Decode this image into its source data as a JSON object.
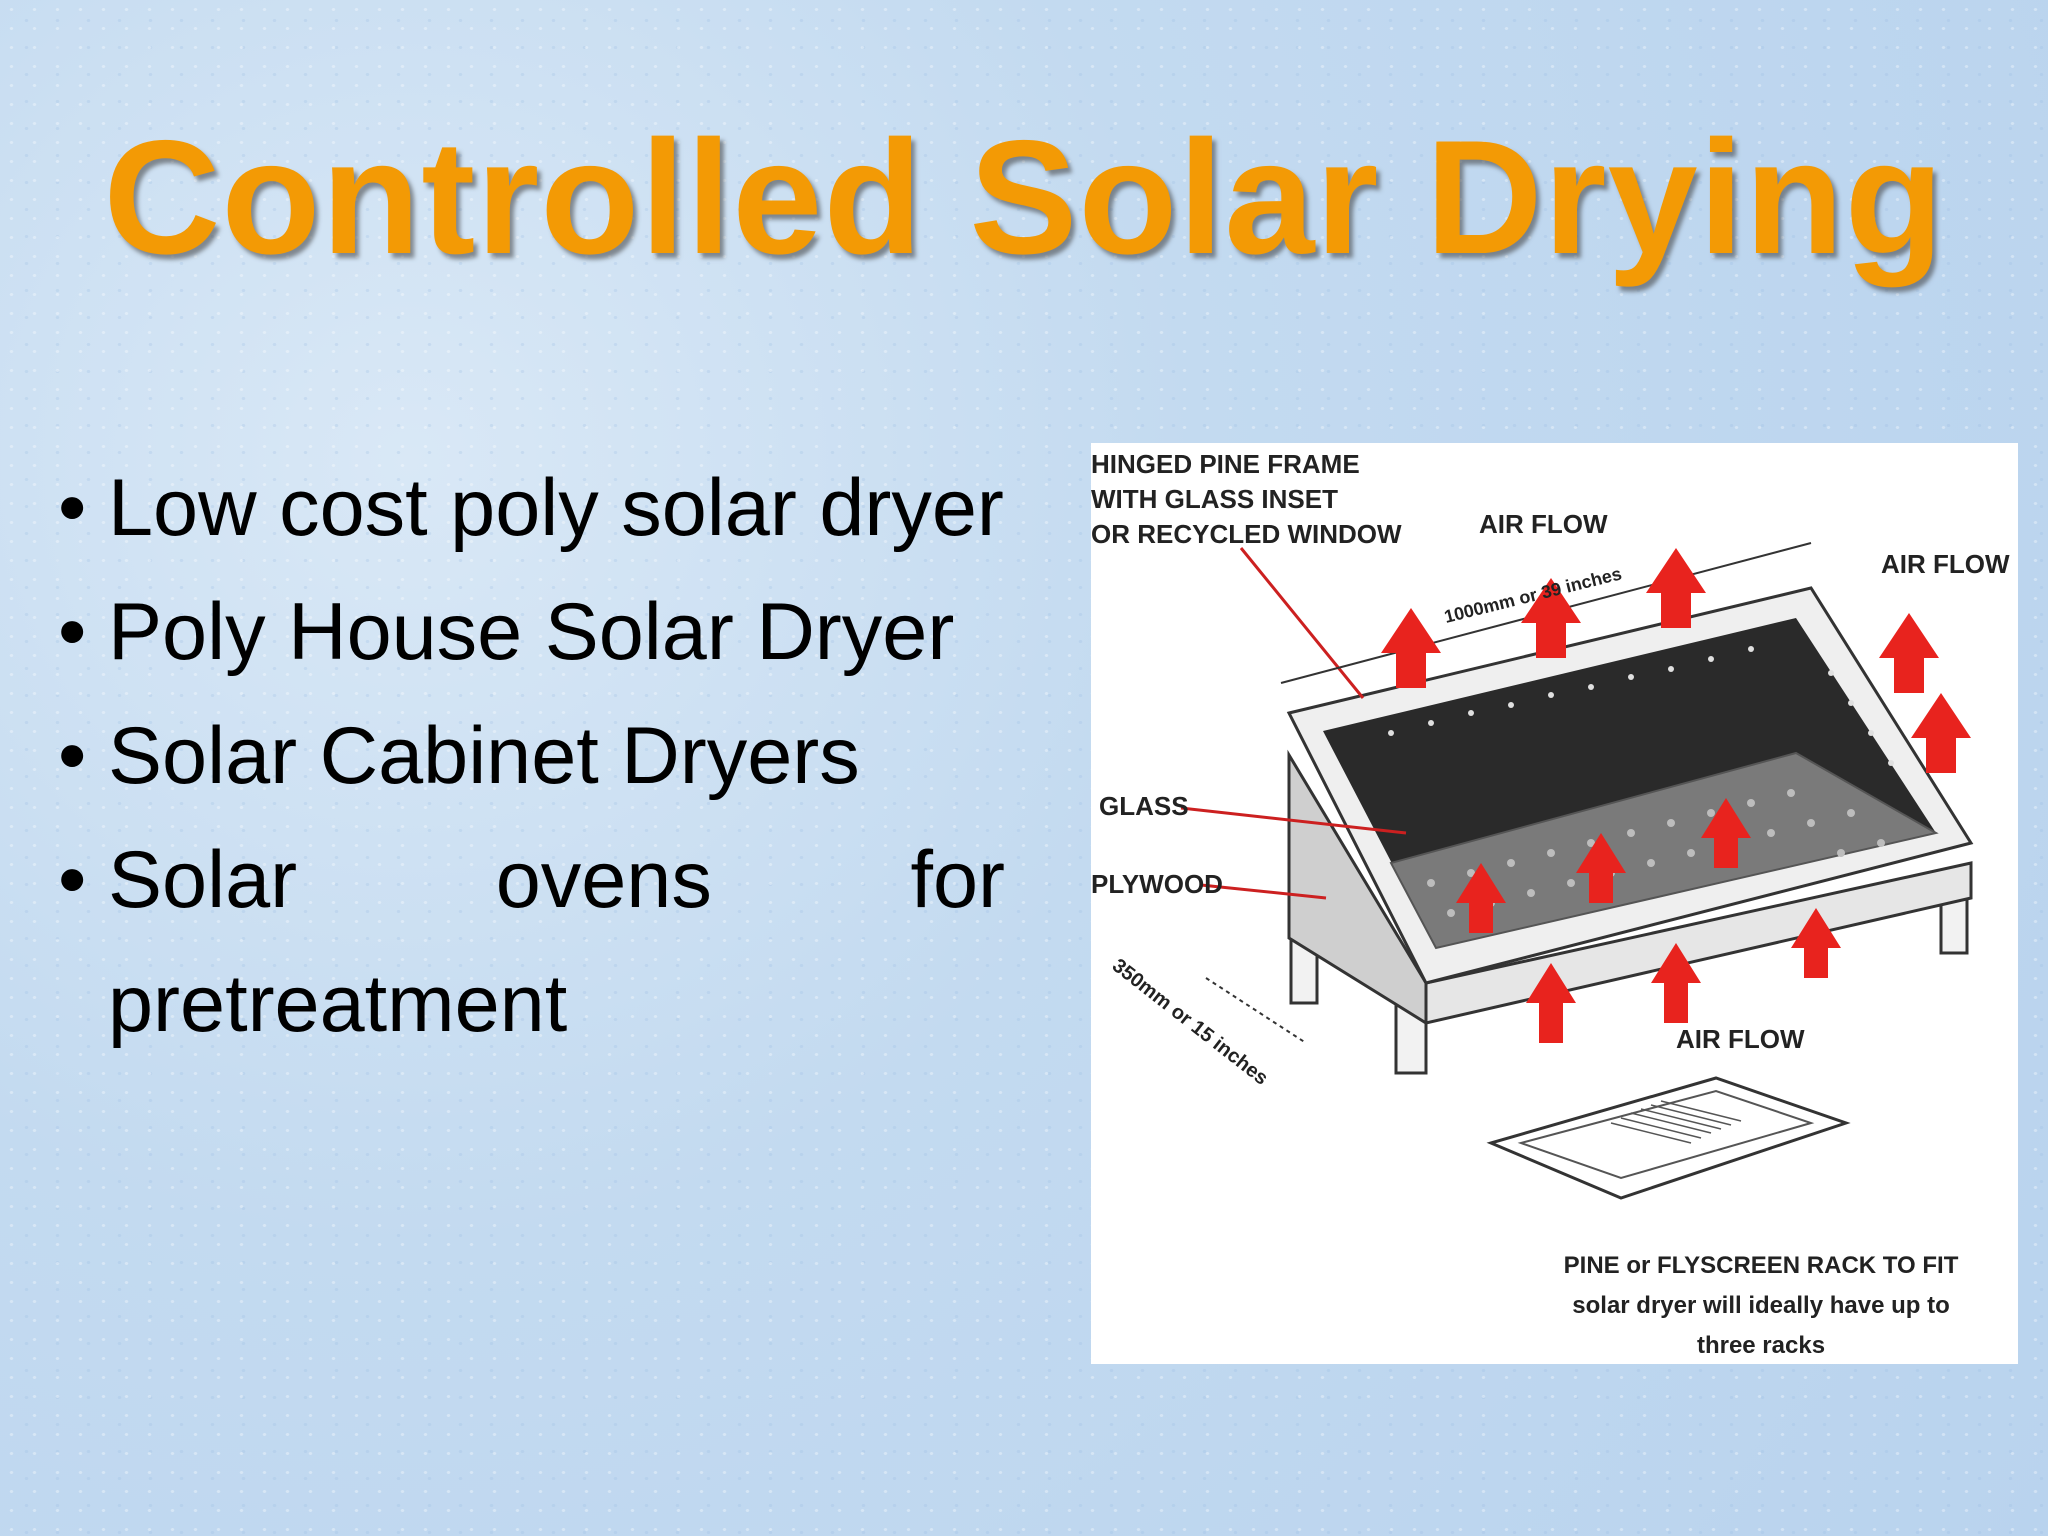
{
  "slide": {
    "title": "Controlled Solar Drying",
    "bullets": [
      "Low cost poly solar dryer",
      "Poly House Solar Dryer",
      "Solar Cabinet Dryers",
      "Solar ovens for pretreatment"
    ]
  },
  "figure": {
    "labels": {
      "frame_1": "HINGED PINE FRAME",
      "frame_2": "WITH GLASS INSET",
      "frame_3": "OR RECYCLED WINDOW",
      "air_flow": "AIR FLOW",
      "width_dim": "1000mm or 39 inches",
      "glass": "GLASS",
      "plywood": "PLYWOOD",
      "depth_dim": "350mm or 15 inches",
      "rack_1": "PINE or FLYSCREEN RACK TO FIT",
      "rack_2": "solar dryer will ideally have up to",
      "rack_3": "three racks"
    },
    "colors": {
      "arrow": "#e8231e",
      "cabinet_interior": "#2a2a2a",
      "tray": "#7a7a7a"
    }
  }
}
